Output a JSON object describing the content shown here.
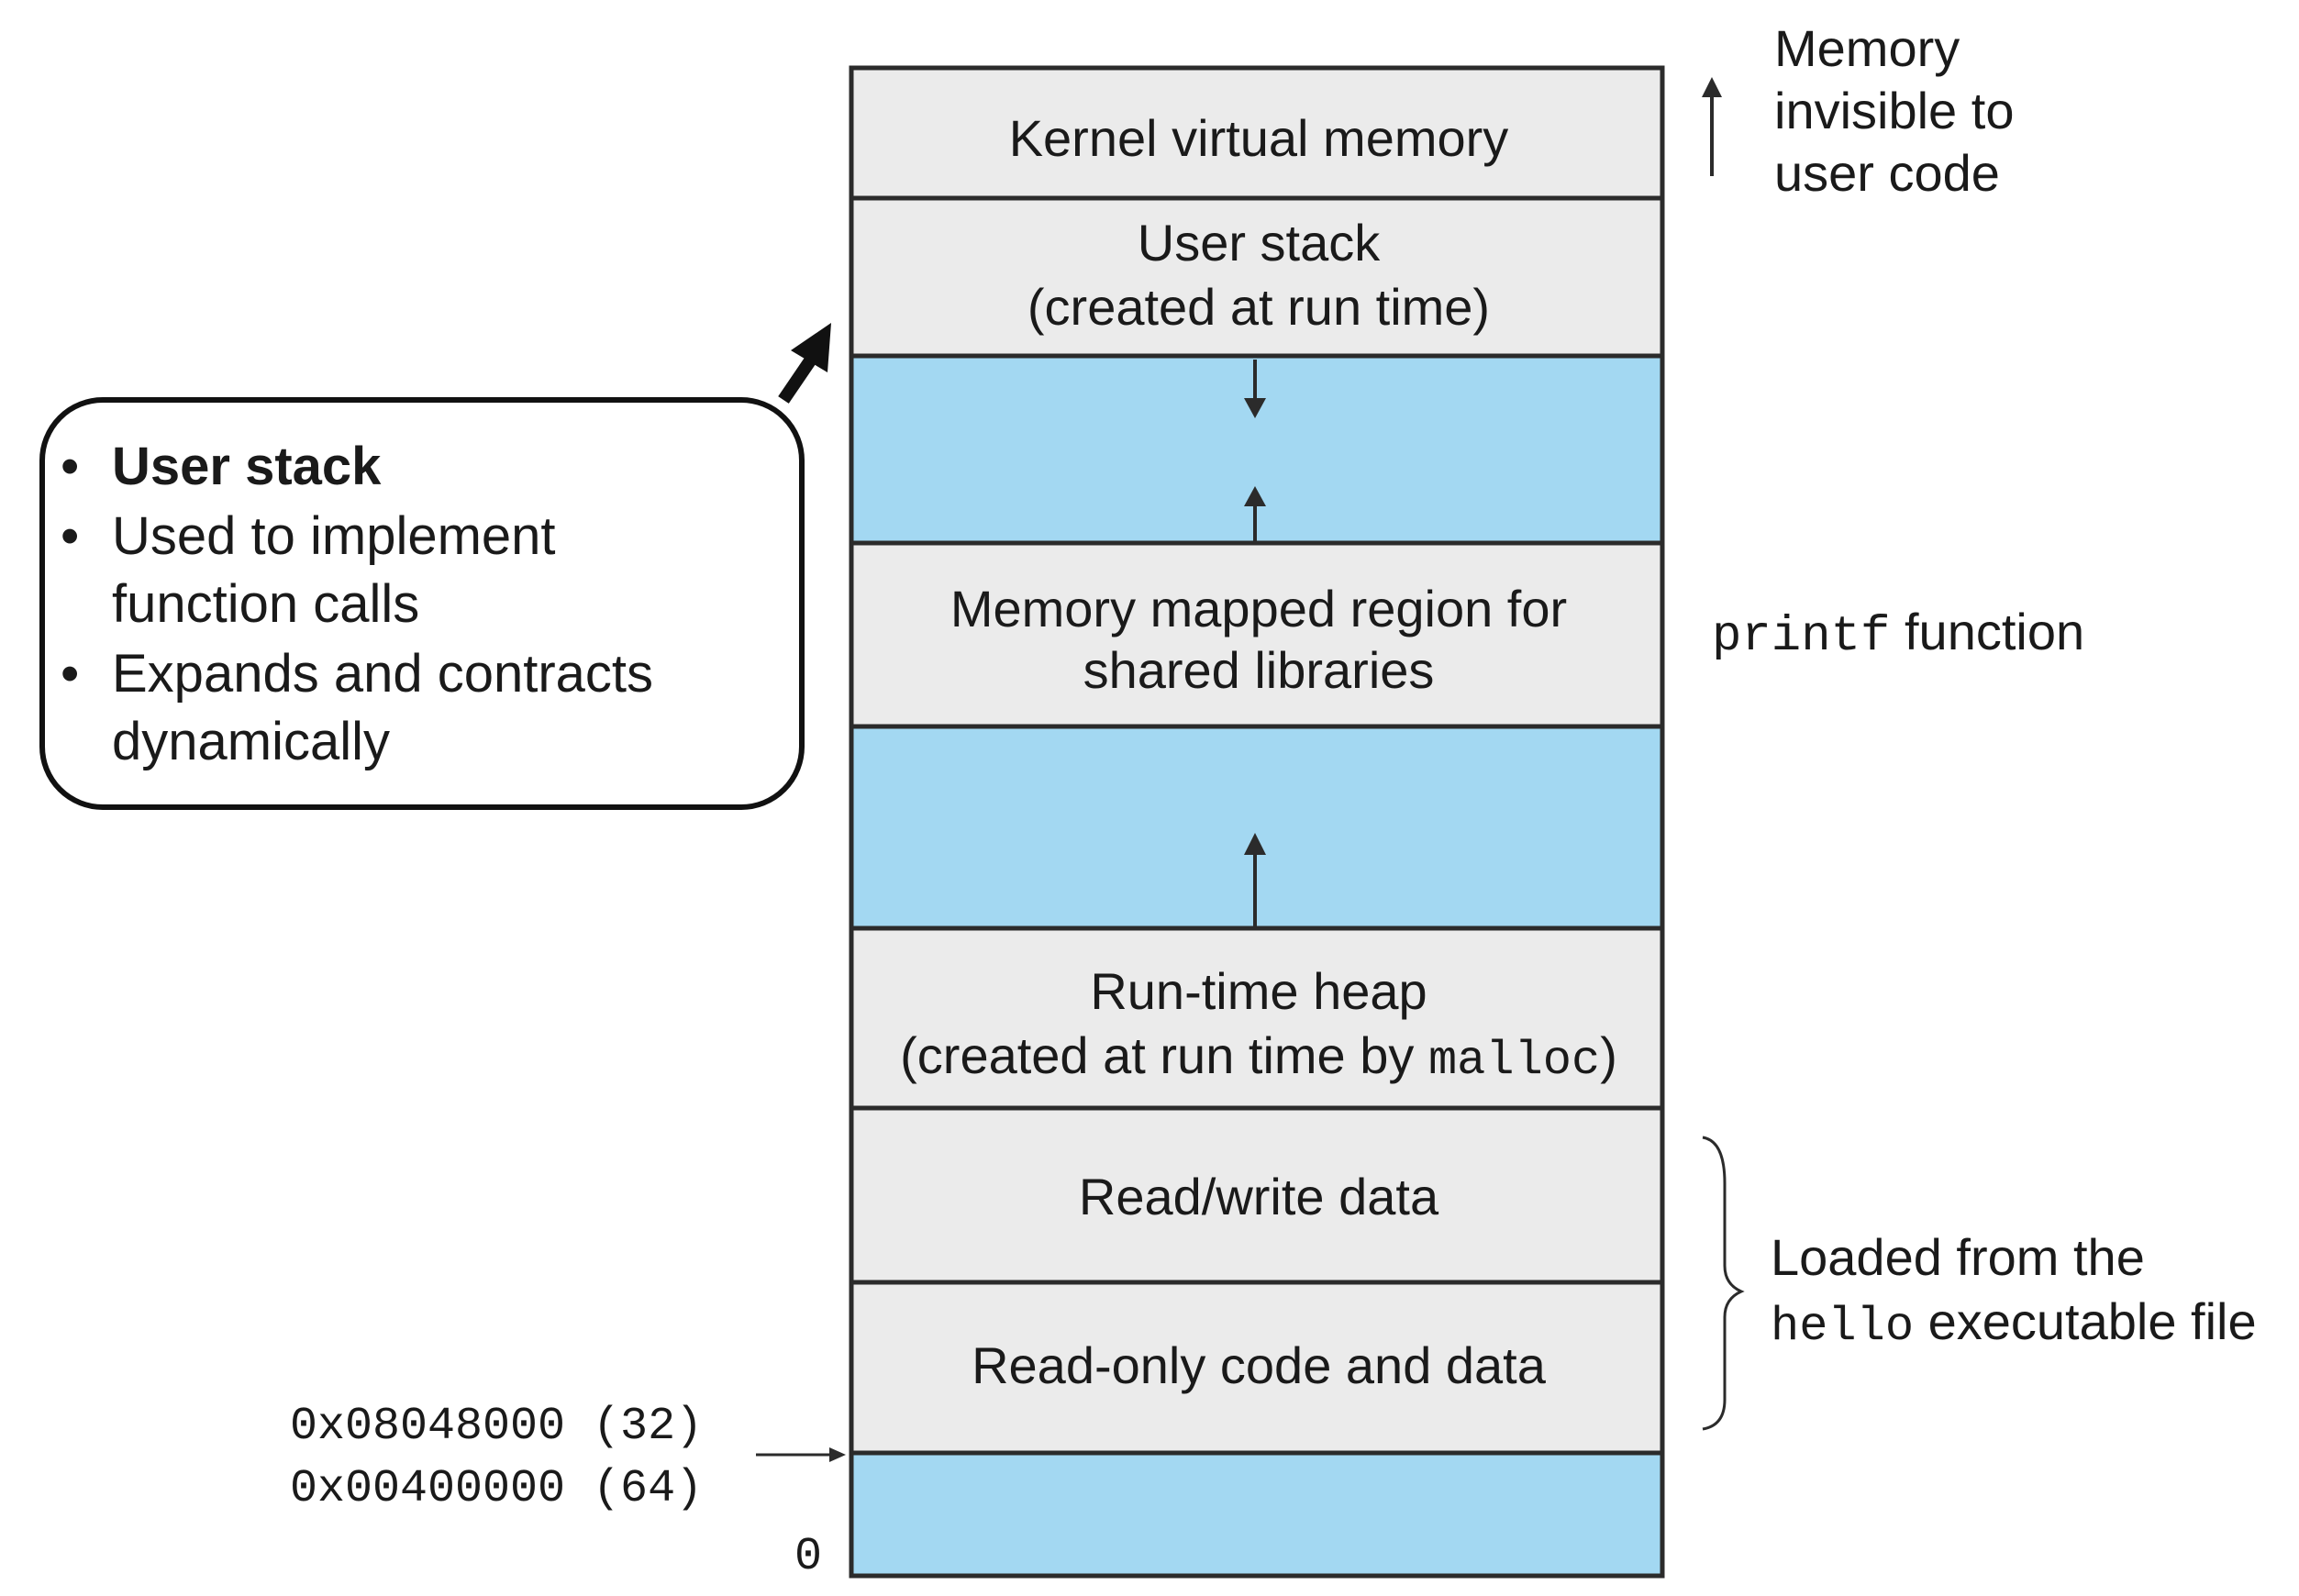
{
  "regions": {
    "kernel": "Kernel virtual memory",
    "user_stack_line1": "User stack",
    "user_stack_line2": "(created at run time)",
    "mmap_line1": "Memory mapped region for",
    "mmap_line2": "shared libraries",
    "heap_line1": "Run-time heap",
    "heap_line2_prefix": "(created at run time by ",
    "heap_line2_code": "malloc",
    "heap_line2_suffix": ")",
    "rw_data": "Read/write data",
    "ro_code": "Read-only code and data"
  },
  "annotations": {
    "invisible_line1": "Memory",
    "invisible_line2": "invisible to",
    "invisible_line3": "user code",
    "printf_code": "printf",
    "printf_suffix": " function",
    "loaded_line1": "Loaded from the",
    "loaded_line2_code": "hello",
    "loaded_line2_suffix": " executable file"
  },
  "addresses": {
    "addr32": "0x08048000 (32)",
    "addr64": "0x00400000 (64)",
    "zero": "0"
  },
  "callout": {
    "bullet": "•",
    "item1": "User stack",
    "item2_line1": "Used to implement",
    "item2_line2": "function calls",
    "item3_line1": "Expands and contracts",
    "item3_line2": "dynamically"
  },
  "colors": {
    "used_region": "#ebebeb",
    "free_region": "#a3d8f2",
    "outline": "#2b2b2b"
  }
}
